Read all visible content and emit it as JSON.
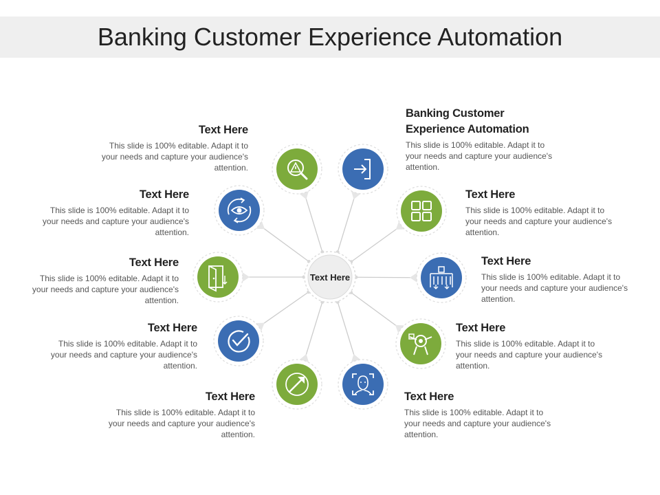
{
  "title": "Banking Customer Experience Automation",
  "center_label": "Text Here",
  "colors": {
    "green": "#7dab3c",
    "blue": "#3b6db3",
    "connector": "#cccccc",
    "hub": "#eeeeee"
  },
  "nodes": [
    {
      "heading": "Text Here",
      "body": "This slide is 100% editable. Adapt it to your needs and capture your audience's attention.",
      "color": "green",
      "icon": "warning-search-icon"
    },
    {
      "heading": "Banking Customer Experience Automation",
      "body": "This slide is 100% editable. Adapt it to your needs and capture your audience's attention.",
      "color": "blue",
      "icon": "exit-door-icon"
    },
    {
      "heading": "Text Here",
      "body": "This slide is 100% editable. Adapt it to your needs and capture your audience's attention.",
      "color": "green",
      "icon": "grid-icon"
    },
    {
      "heading": "Text Here",
      "body": "This slide is 100% editable. Adapt it to your needs and capture your audience's attention.",
      "color": "blue",
      "icon": "building-icon"
    },
    {
      "heading": "Text Here",
      "body": "This slide is 100% editable. Adapt it to your needs and capture your audience's attention.",
      "color": "green",
      "icon": "target-person-icon"
    },
    {
      "heading": "Text Here",
      "body": "This slide is 100% editable. Adapt it to your needs and capture your audience's attention.",
      "color": "blue",
      "icon": "face-scan-icon"
    },
    {
      "heading": "Text Here",
      "body": "This slide is 100% editable. Adapt it to your needs and capture your audience's attention.",
      "color": "green",
      "icon": "arrow-target-icon"
    },
    {
      "heading": "Text Here",
      "body": "This slide is 100% editable. Adapt it to your needs and capture your audience's attention.",
      "color": "blue",
      "icon": "check-circle-icon"
    },
    {
      "heading": "Text Here",
      "body": "This slide is 100% editable. Adapt it to your needs and capture your audience's attention.",
      "color": "green",
      "icon": "door-icon"
    },
    {
      "heading": "Text Here",
      "body": "This slide is 100% editable. Adapt it to your needs and capture your audience's attention.",
      "color": "blue",
      "icon": "eye-cycle-icon"
    }
  ]
}
